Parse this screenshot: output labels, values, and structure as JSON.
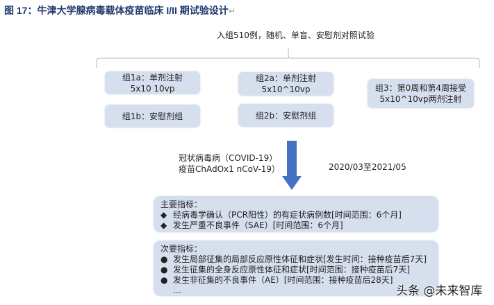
{
  "figure": {
    "title": "图 17：牛津大学腺病毒载体疫苗临床 I/II 期试验设计",
    "return_mark": "↵"
  },
  "enrollment": {
    "label": "入组510例，随机、单盲、安慰剂对照试验"
  },
  "groups": [
    {
      "id": "1a",
      "line1": "组1a：单剂注射",
      "line2": "5x10 10vp"
    },
    {
      "id": "1b",
      "line1": "组1b：安慰剂组",
      "line2": ""
    },
    {
      "id": "2a",
      "line1": "组2a：单剂注射",
      "line2": "5x10^10vp"
    },
    {
      "id": "2b",
      "line1": "组2b：安慰剂组",
      "line2": ""
    },
    {
      "id": "3",
      "line1": "组3：第0周和第4周接受",
      "line2": "5x10^10vp两剂注射"
    }
  ],
  "vaccine": {
    "line1": "冠状病毒病（COVID-19）",
    "line2": "疫苗ChAdOx1 nCoV-19）"
  },
  "period": "2020/03至2021/05",
  "primary": {
    "heading": "主要指标：",
    "bullet": "◆",
    "items": [
      "经病毒学确认（PCR阳性）的有症状病例数[时间范围：6个月]",
      "发生严重不良事件（SAE）[时间范围：6个月]"
    ]
  },
  "secondary": {
    "heading": "次要指标：",
    "bullet": "●",
    "items": [
      "发生局部征集的局部反应原性体征和症状[发生时间：接种疫苗后7天]",
      "发生征集的全身反应原性体征和症状[时间范围：接种疫苗后7天]",
      "发生非征集的不良事件（AE）[时间范围：接种疫苗后28天]"
    ],
    "ellipsis": "…"
  },
  "watermark": "头条 @未来智库",
  "colors": {
    "box_fill": "#d6dfee",
    "arrow": "#4472c4",
    "title": "#1f3a6b",
    "connector": "#b8c4d8"
  }
}
